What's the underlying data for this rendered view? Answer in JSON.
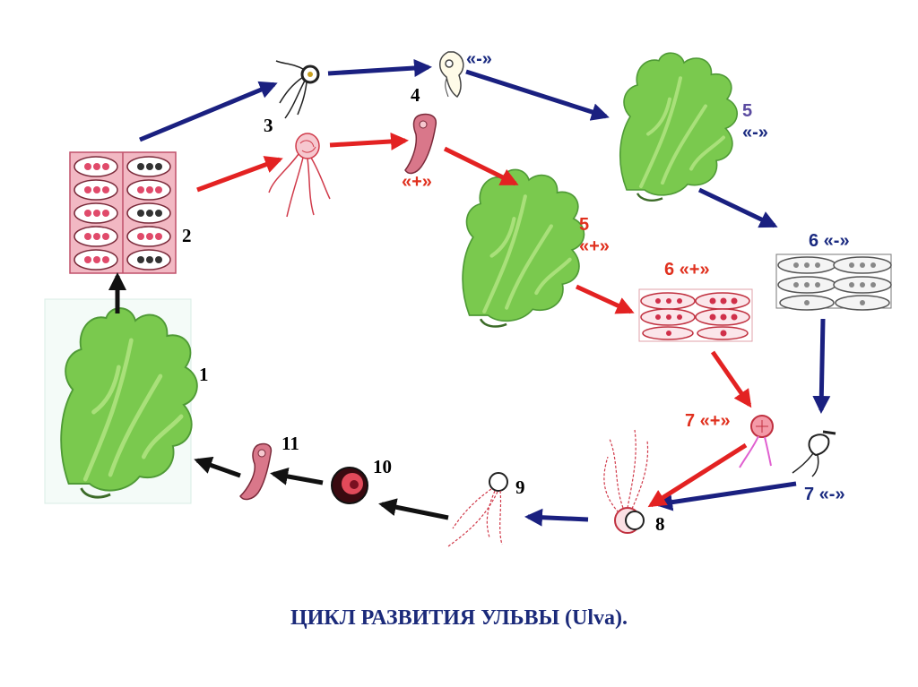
{
  "title": "ЦИКЛ РАЗВИТИЯ УЛЬВЫ (Ulva).",
  "labels": {
    "n1": "1",
    "n2": "2",
    "n3": "3",
    "n4": "4",
    "n5_minus": "5",
    "sign_5_minus": "«-»",
    "n5_plus": "5",
    "sign_5_plus": "«+»",
    "n6_minus": "6 «-»",
    "n6_plus": "6 «+»",
    "n7_plus": "7 «+»",
    "n7_minus": "7 «-»",
    "n8": "8",
    "n9": "9",
    "n10": "10",
    "n11": "11",
    "sign_4": "«-»",
    "sign_plus_gamete": "«+»"
  },
  "colors": {
    "minus_arrow": "#1a2080",
    "plus_arrow": "#e32222",
    "black_arrow": "#111111",
    "thallus": "#7ac94e",
    "thallus_dark": "#4f9a36",
    "plus_text": "#e0301e",
    "minus_text": "#1a2a80",
    "purple_text": "#5a4aa0"
  }
}
